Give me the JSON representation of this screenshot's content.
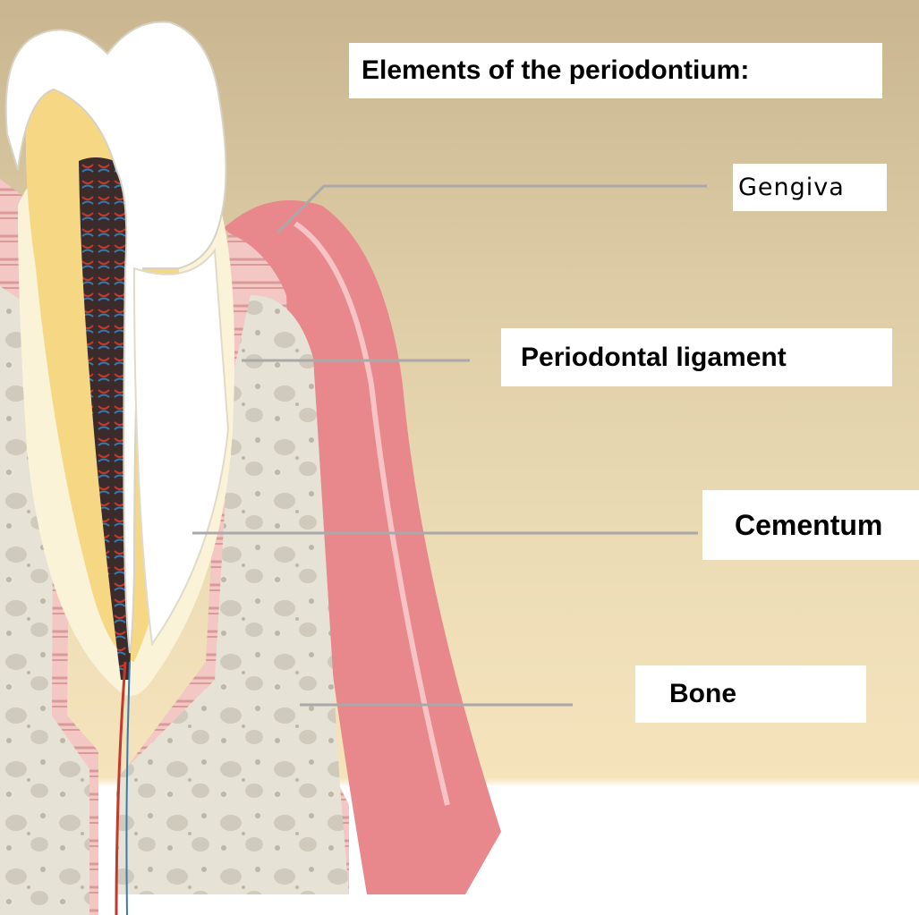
{
  "title": "Elements of the periodontium:",
  "labels": {
    "gengiva": "Gengiva",
    "periodontal_ligament": "Periodontal ligament",
    "cementum": "Cementum",
    "bone": "Bone"
  },
  "colors": {
    "background_top": "#c9b690",
    "background_bottom": "#f5e3bb",
    "gum": "#e8888c",
    "bone": "#e6e2d4",
    "enamel": "#ffffff",
    "dentin": "#f5d27a",
    "pulp": "#3a2a28",
    "leader_line": "#a9a9a9"
  }
}
